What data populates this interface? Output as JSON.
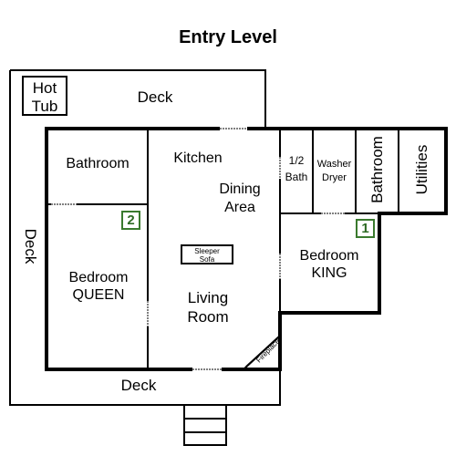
{
  "title": "Entry Level",
  "labels": {
    "hot_tub": [
      "Hot",
      "Tub"
    ],
    "deck_top": "Deck",
    "deck_left": "Deck",
    "deck_bottom": "Deck",
    "bathroom": "Bathroom",
    "kitchen": "Kitchen",
    "dining": [
      "Dining",
      "Area"
    ],
    "half_bath": [
      "1/2",
      "Bath"
    ],
    "washer_dryer": [
      "Washer",
      "Dryer"
    ],
    "bathroom_right": "Bathroom",
    "utilities": "Utilities",
    "bedroom_queen": [
      "Bedroom",
      "QUEEN"
    ],
    "bedroom_king": [
      "Bedroom",
      "KING"
    ],
    "living": [
      "Living",
      "Room"
    ],
    "sleeper_sofa": [
      "Sleeper",
      "Sofa"
    ],
    "fireplace": "Fireplace"
  },
  "badges": {
    "queen": "2",
    "king": "1"
  },
  "colors": {
    "wall": "#000000",
    "badge": "#3a7a2e"
  }
}
